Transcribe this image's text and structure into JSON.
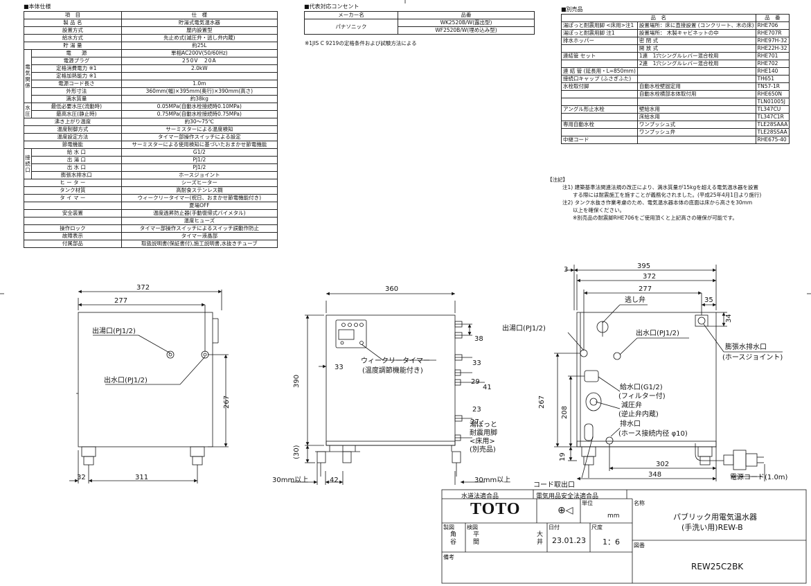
{
  "spec": {
    "title": "■本体仕様",
    "header": [
      "項　目",
      "仕　様"
    ],
    "rows": [
      [
        "",
        "製 品 名",
        "貯湯式電気温水器"
      ],
      [
        "",
        "設置方式",
        "屋内設置型"
      ],
      [
        "",
        "給水方式",
        "先止め式(減圧弁・逃し弁内蔵)"
      ],
      [
        "",
        "貯 湯 量",
        "約25L"
      ],
      [
        "電 気 関 係",
        "電　　源",
        "単相AC200V(50/60Hz)"
      ],
      [
        "",
        "電源プラグ",
        "250V　20A"
      ],
      [
        "",
        "定格消費電力 ※1",
        "2.0kW"
      ],
      [
        "",
        "定格加熱能力 ※1",
        ""
      ],
      [
        "",
        "電源コード長さ",
        "1.0m"
      ],
      [
        "",
        "外形寸法",
        "360mm(幅)×395mm(奥行)×390mm(高さ)"
      ],
      [
        "",
        "満水質量",
        "約38kg"
      ],
      [
        "水 圧",
        "最低必要水圧(流動時)",
        "0.05MPa(自動水栓接続時0.10MPa)"
      ],
      [
        "",
        "最高水圧(静止時)",
        "0.75MPa(自動水栓接続時0.75MPa)"
      ],
      [
        "",
        "沸き上がり温度",
        "約30～75℃"
      ],
      [
        "",
        "温度制御方式",
        "サーミスターによる温度検知"
      ],
      [
        "",
        "温度設定方法",
        "タイマー部操作スイッチによる設定"
      ],
      [
        "",
        "節電機能",
        "サーミスターによる使用検知に基づいたおまかせ節電機能"
      ],
      [
        "接 続 口",
        "給 水 口",
        "G1/2"
      ],
      [
        "",
        "出 湯 口",
        "PJ1/2"
      ],
      [
        "",
        "出 水 口",
        "PJ1/2"
      ],
      [
        "",
        "膨張水排水口",
        "ホースジョイント"
      ],
      [
        "",
        "ヒ ー タ ー",
        "シーズヒーター"
      ],
      [
        "",
        "タンク材質",
        "高耐食ステンレス鋼"
      ],
      [
        "",
        "タ イ マ ー",
        "ウィークリータイマー(祝日、おまかせ節電機能付き)"
      ],
      [
        "",
        "",
        "夏場OFF"
      ],
      [
        "",
        "安全装置",
        "温度過昇防止器(手動復帰式バイメタル)"
      ],
      [
        "",
        "",
        "温度ヒューズ"
      ],
      [
        "",
        "操作ロック",
        "タイマー部操作スイッチによるスイッチ誤動作防止"
      ],
      [
        "",
        "故障表示",
        "タイマー液晶部"
      ],
      [
        "",
        "付属部品",
        "取扱説明書(保証書付),施工説明書,水抜きチューブ"
      ]
    ]
  },
  "outlet": {
    "title": "■代表対応コンセント",
    "header": [
      "メーカー名",
      "品番"
    ],
    "maker": "パナソニック",
    "models": [
      "WK2520B/W(露出型)",
      "WF2520B/W(埋め込み型)"
    ],
    "footnote": "※1JIS C 9219の定格条件および試験方法による"
  },
  "options": {
    "title": "■別売品",
    "header": [
      "品　名",
      "品　番"
    ],
    "rows": [
      [
        "湯ぽっと耐震用脚 <床用>注1",
        "設置場所：床に直接設置 (コンクリート、木の床)",
        "RHE706"
      ],
      [
        "湯ぽっと耐震用脚 注1",
        "設置場所： 木製キャビネットの中",
        "RHE707R"
      ],
      [
        "排水ホッパー",
        "密 閉 式",
        "RHE97H-32"
      ],
      [
        "",
        "開 放 式",
        "RHE22H-32"
      ],
      [
        "連結管 セット",
        "1連　1穴シングルレバー混合栓用",
        "RHE701"
      ],
      [
        "",
        "2連　1穴シングルレバー混合栓用",
        "RHE702"
      ],
      [
        "連 結 管 (延長用・L=850mm)",
        "",
        "RHE140"
      ],
      [
        "接続口キャップ (ふさぎふた)",
        "",
        "TH651"
      ],
      [
        "水栓取付脚",
        "自動水栓壁固定用",
        "TN57-1R"
      ],
      [
        "",
        "自動水栓横部本体取付用",
        "RHE650N"
      ],
      [
        "",
        "",
        "TLN01005J"
      ],
      [
        "アングル形止水栓",
        "壁給水用",
        "TL347CU"
      ],
      [
        "",
        "床給水用",
        "TL347C1R"
      ],
      [
        "専用自動水栓",
        "ワンプッシュ式",
        "TLE28SAAA"
      ],
      [
        "",
        "ワンプッシュ弁",
        "TLE28SSAA"
      ],
      [
        "中継コード",
        "",
        "RHE675-40"
      ]
    ]
  },
  "notes": {
    "title": "【注記】",
    "lines": [
      "注1) 建築基準法関連法規の改正により、満水質量が15kgを超える電気温水器を設置",
      "　　する際には耐震施工を施すことが義務化されました。(平成25年4月1日より施行)",
      "注2) タンク水抜き作業考慮のため、電気温水器本体の底面は床から高さを30mm",
      "　　以上を確保ください。",
      "　　※別売品の耐震脚RHE706をご使用頂くと上記高さの確保が可能です。"
    ]
  },
  "front": {
    "d372": "372",
    "d277": "277",
    "d267": "267",
    "d32": "32",
    "d311": "311",
    "outlet_hot": "出湯口(PJ1/2)",
    "outlet_water": "出水口(PJ1/2)"
  },
  "side": {
    "d360": "360",
    "d390": "390",
    "d38": "38",
    "d33a": "33",
    "d33b": "33",
    "d29": "29",
    "d41": "41",
    "d23": "23",
    "d27": "27",
    "d30": "(30)",
    "d42": "42",
    "timer1": "ウィークリータイマー",
    "timer2": "(温度調節機能付き)",
    "floor1": "30mm以上",
    "floor2": "30mm以上",
    "leg1": "湯ぽっと",
    "leg2": "耐震用脚",
    "leg3": "<床用>",
    "leg4": "(別売品)"
  },
  "rear": {
    "d3": "3",
    "d395": "395",
    "d372": "372",
    "d277": "277",
    "d35": "35",
    "d34": "34",
    "d267": "267",
    "d208": "208",
    "d19": "19",
    "d302": "302",
    "d348": "348",
    "relief": "逃し弁",
    "hot": "出湯口(PJ1/2)",
    "water": "出水口(PJ1/2)",
    "exp1": "膨張水排水口",
    "exp2": "(ホースジョイント)",
    "supply1": "給水口(G1/2)",
    "supply2": "(フィルター付)",
    "reduce1": "減圧弁",
    "reduce2": "(逆止弁内蔵)",
    "drain1": "排水口",
    "drain2": "(ホース接続内径 φ10)",
    "cord_out": "コード取出口",
    "cord": "電源コード(1.0m)"
  },
  "titleblock": {
    "water_law": "水道法適合品",
    "elec_law": "電気用品安全法適合品",
    "logo": "TOTO",
    "unit_label": "単位",
    "unit": "mm",
    "name_label": "名称",
    "name1": "パブリック用電気温水器",
    "name2": "(手洗い用)REW-B",
    "drawn_label": "製図",
    "drawn": "角谷",
    "check_label": "検図",
    "check1": "平間",
    "check2": "大井",
    "date_label": "日付",
    "date": "23.01.23",
    "scale_label": "尺度",
    "scale": "1：6",
    "drawing_label": "図番",
    "drawing": "REW25C2BK",
    "remarks_label": "備考"
  }
}
